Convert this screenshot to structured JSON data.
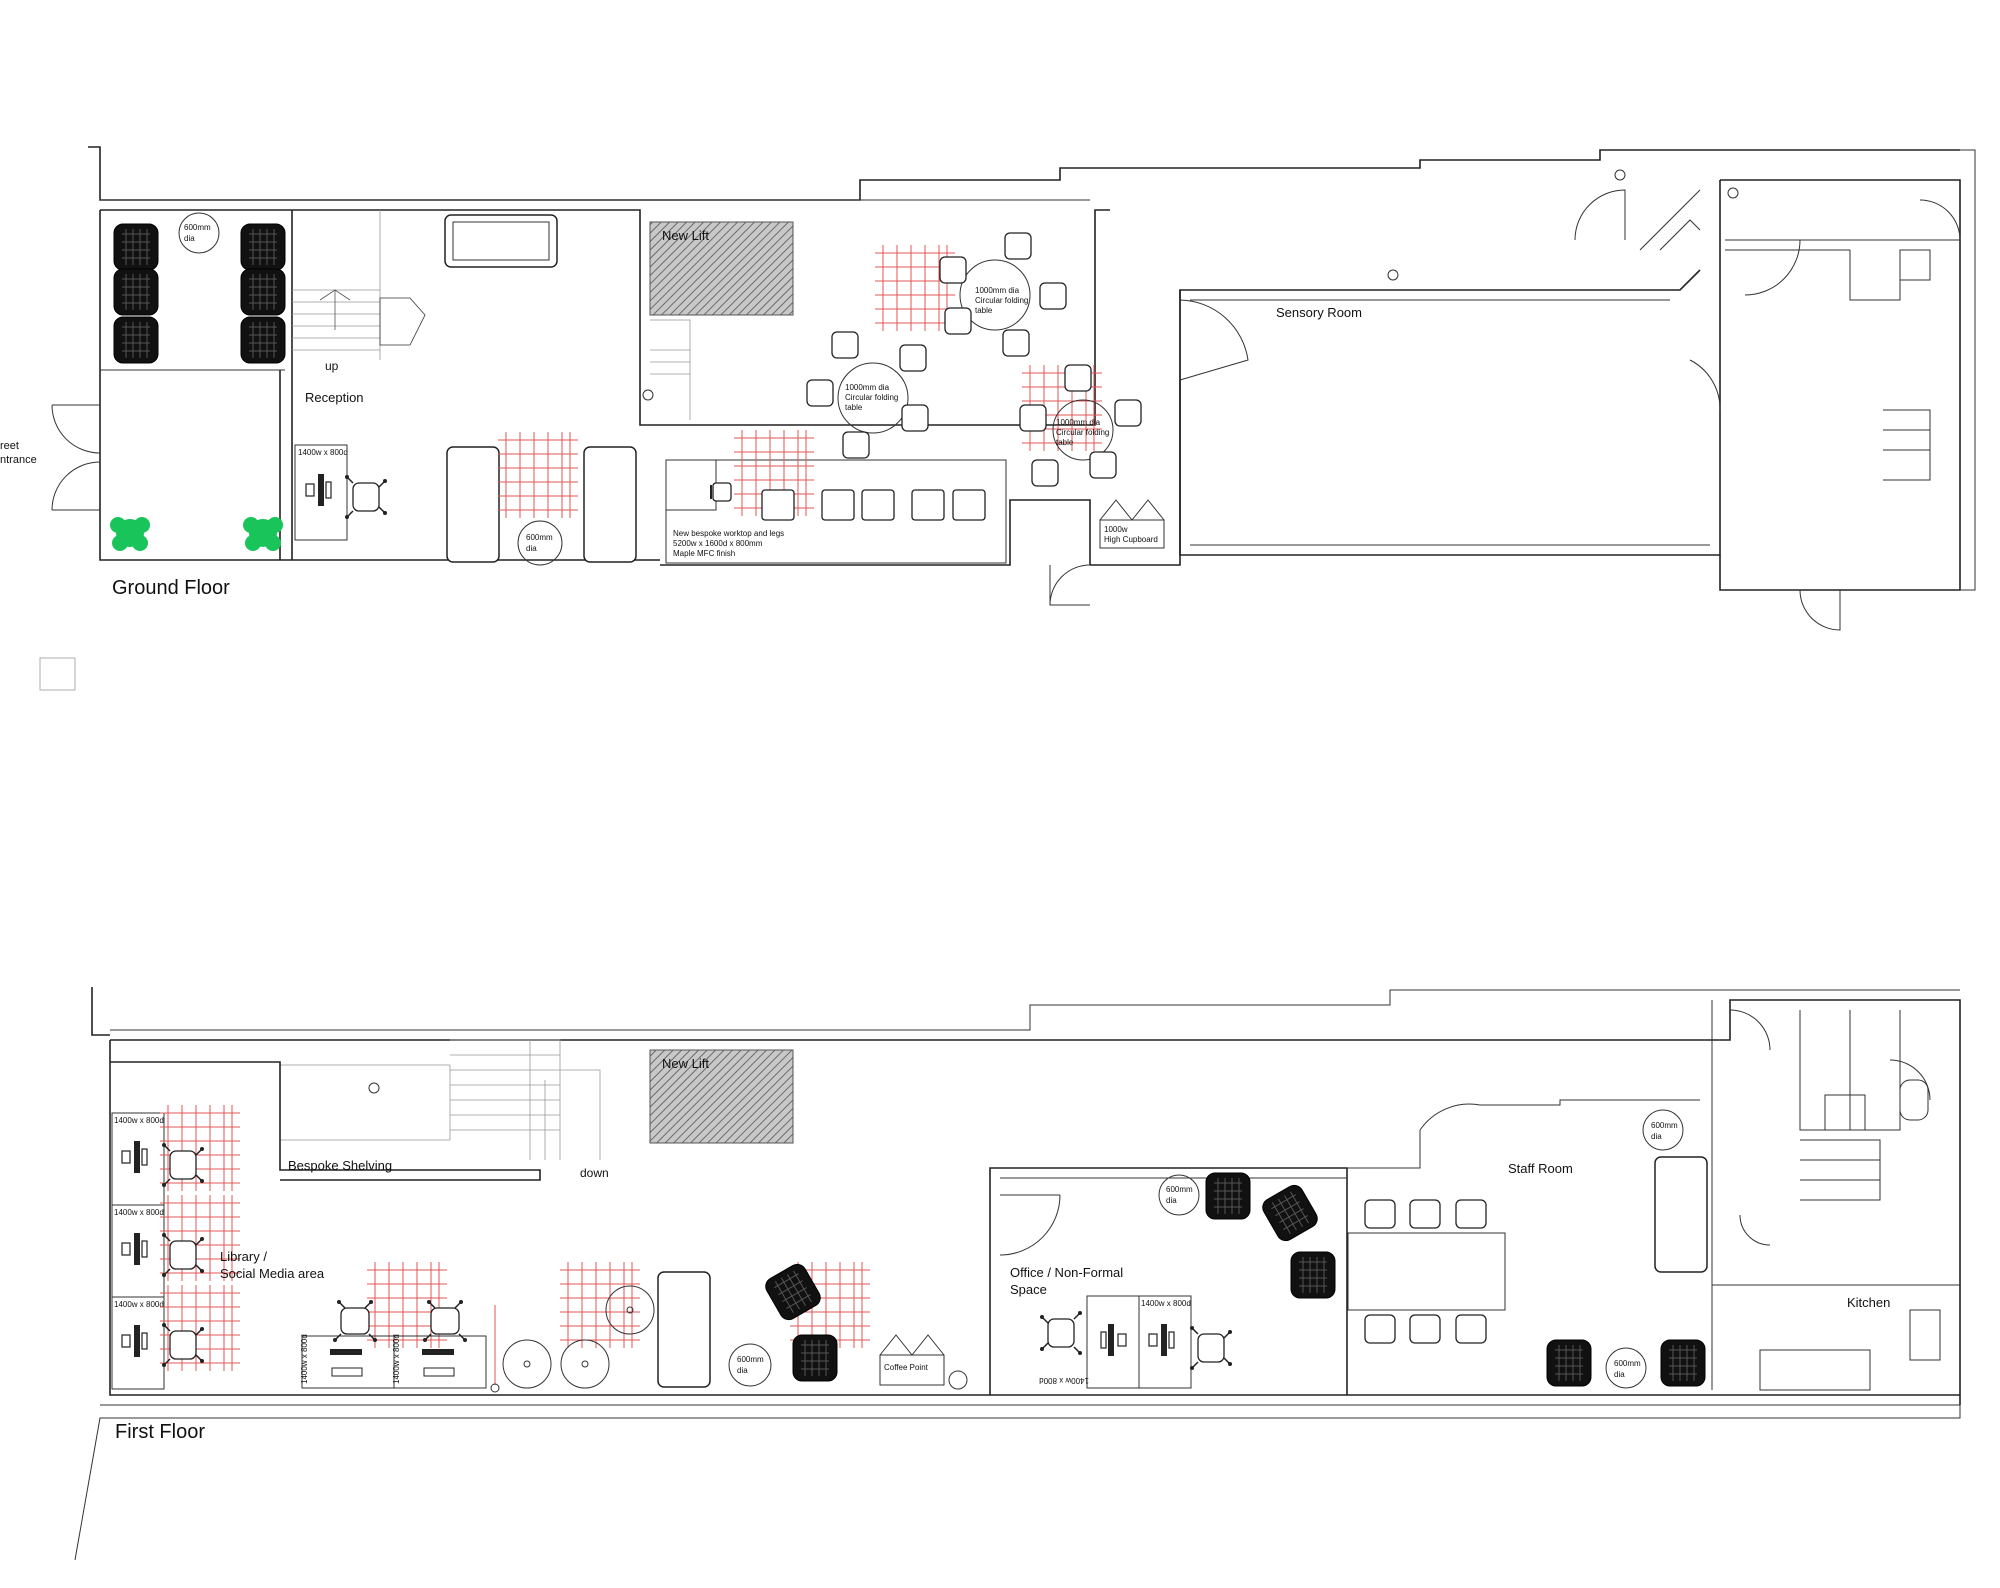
{
  "ground_floor": {
    "title": "Ground Floor",
    "rooms": {
      "reception": "Reception",
      "sensory_room": "Sensory Room",
      "new_lift": "New Lift",
      "street_entrance": [
        "reet",
        "ntrance"
      ],
      "stair_up": "up"
    },
    "notes": {
      "side_table_left": [
        "600mm",
        "dia"
      ],
      "side_table_reception": [
        "600mm",
        "dia"
      ],
      "reception_desk": "1400w x 800d",
      "table_a": [
        "1000mm dia",
        "Circular folding",
        "table"
      ],
      "table_b": [
        "1000mm dia",
        "Circular folding",
        "table"
      ],
      "table_c": [
        "1000mm dia",
        "Circular folding",
        "table"
      ],
      "worktop": [
        "New bespoke worktop and legs",
        "5200w x 1600d x 800mm",
        "Maple MFC finish"
      ],
      "cupboard": [
        "1000w",
        "High Cupboard"
      ]
    }
  },
  "first_floor": {
    "title": "First Floor",
    "rooms": {
      "new_lift": "New Lift",
      "bespoke_shelving": "Bespoke Shelving",
      "stair_down": "down",
      "library": [
        "Library /",
        "Social Media area"
      ],
      "office": [
        "Office / Non-Formal",
        "Space"
      ],
      "staff_room": "Staff Room",
      "kitchen": "Kitchen"
    },
    "notes": {
      "desk_1": "1400w x 800d",
      "desk_2": "1400w x 800d",
      "desk_3": "1400w x 800d",
      "desk_4": "1400w x 800d",
      "desk_5": "1400w x 800d",
      "desk_office_top": "1400w x 800d",
      "desk_office_bottom": "1400w x 800d",
      "side_table_office": [
        "600mm",
        "dia"
      ],
      "side_table_lounge": [
        "600mm",
        "dia"
      ],
      "side_table_staff": [
        "600mm",
        "dia"
      ],
      "side_table_kitchen": [
        "600mm",
        "dia"
      ],
      "coffee_point": "Coffee Point"
    }
  },
  "colors": {
    "line": "#222222",
    "grid": "#e05555",
    "plant": "#19c45a",
    "lift_hatch": "#777777"
  }
}
